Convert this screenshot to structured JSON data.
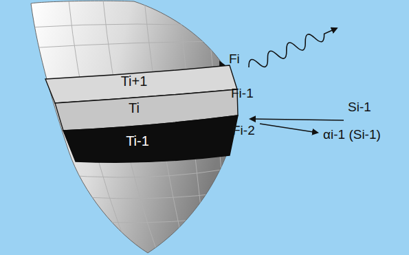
{
  "diagram": {
    "nodes": [
      {
        "text": [
          "Ti+1"
        ]
      },
      {
        "text": [
          "Ti"
        ]
      },
      {
        "text": [
          "Ti-1"
        ]
      }
    ],
    "labels": [
      "Fi",
      "Fi-1",
      "Fi-2",
      "Si-1",
      "αi-1 (Si-1)"
    ]
  }
}
